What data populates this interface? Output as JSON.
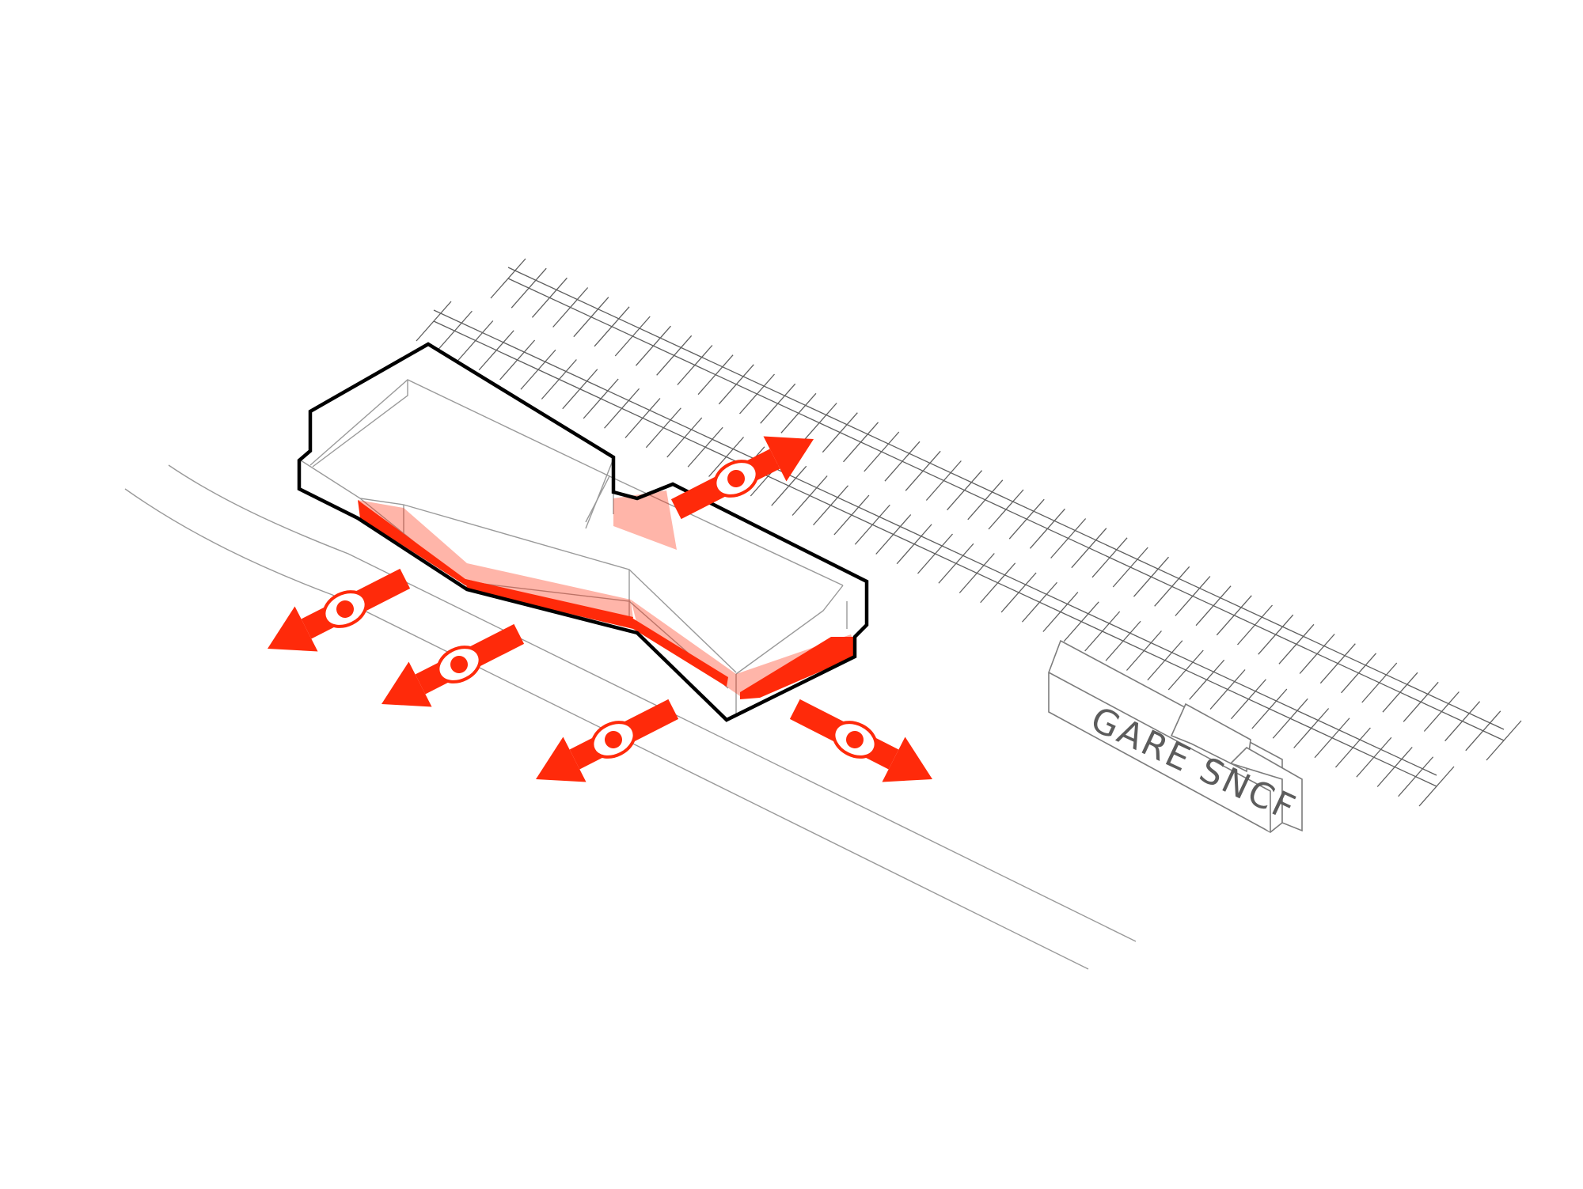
{
  "diagram": {
    "station_label": "GARE SNCF",
    "colors": {
      "accent": "#ff2a0a",
      "outline": "#000000",
      "linework": "#9a9a9a",
      "background": "#ffffff"
    },
    "icons": [
      "eye-icon",
      "arrow-icon"
    ],
    "view_arrows": [
      {
        "name": "view-arrow-north-east",
        "icon": "eye-icon"
      },
      {
        "name": "view-arrow-south-west-1",
        "icon": "eye-icon"
      },
      {
        "name": "view-arrow-south-west-2",
        "icon": "eye-icon"
      },
      {
        "name": "view-arrow-south-west-3",
        "icon": "eye-icon"
      },
      {
        "name": "view-arrow-south-east",
        "icon": "eye-icon"
      }
    ]
  }
}
